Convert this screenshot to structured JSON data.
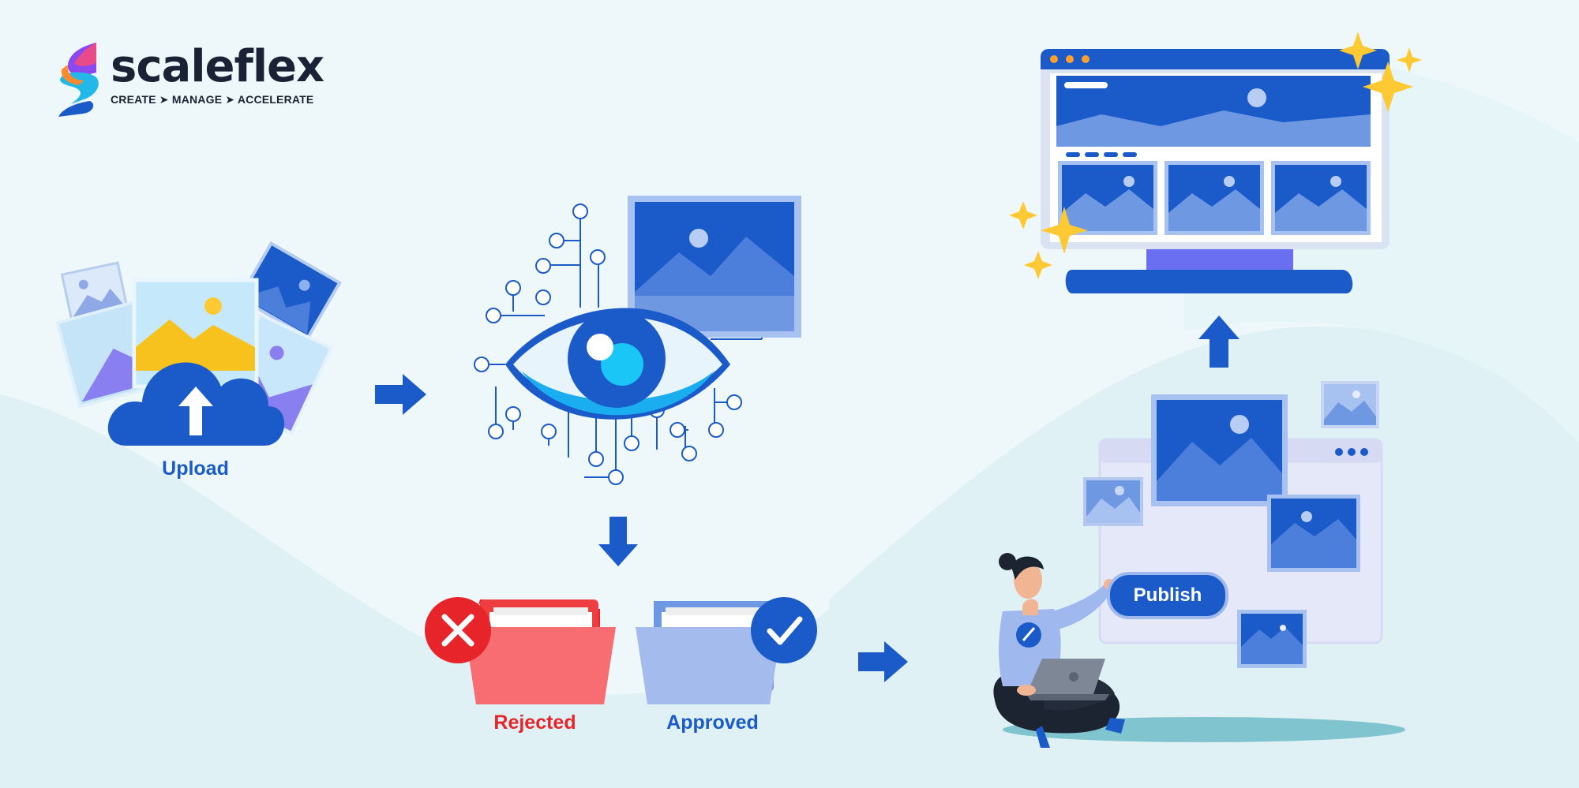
{
  "logo": {
    "name": "scaleflex",
    "tagline": "CREATE ➤ MANAGE ➤ ACCELERATE"
  },
  "steps": {
    "upload_label": "Upload",
    "rejected_label": "Rejected",
    "approved_label": "Approved",
    "publish_label": "Publish"
  },
  "colors": {
    "brand_blue": "#1a5bc9",
    "rejected_red": "#e8242b",
    "star_yellow": "#ffc933",
    "background": "#eef8fa"
  },
  "icons": [
    "cloud-upload-icon",
    "eye-icon",
    "x-icon",
    "check-icon",
    "arrow-right-icon",
    "arrow-down-icon",
    "arrow-up-icon",
    "sparkle-icon"
  ]
}
